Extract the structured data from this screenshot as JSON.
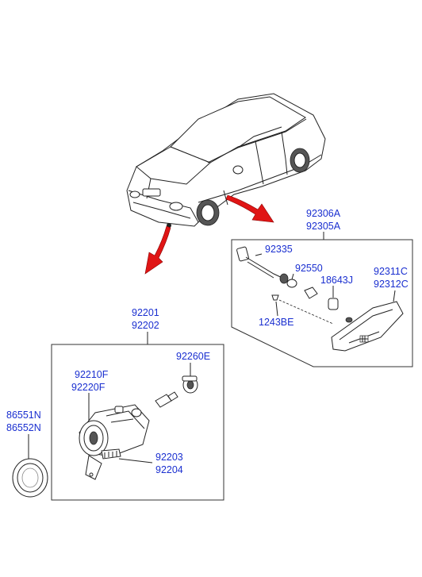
{
  "labels": {
    "side_lamp_assy_a": "92306A",
    "side_lamp_assy_b": "92305A",
    "socket": "92335",
    "bulb_socket": "92550",
    "bulb": "18643J",
    "lens_c1": "92311C",
    "lens_c2": "92312C",
    "screw": "1243BE",
    "fog_lamp_a": "92201",
    "fog_lamp_b": "92202",
    "fog_bulb": "92260E",
    "fog_housing_a": "92210F",
    "fog_housing_b": "92220F",
    "bracket_a": "92203",
    "bracket_b": "92204",
    "cover_a": "86551N",
    "cover_b": "86552N"
  }
}
